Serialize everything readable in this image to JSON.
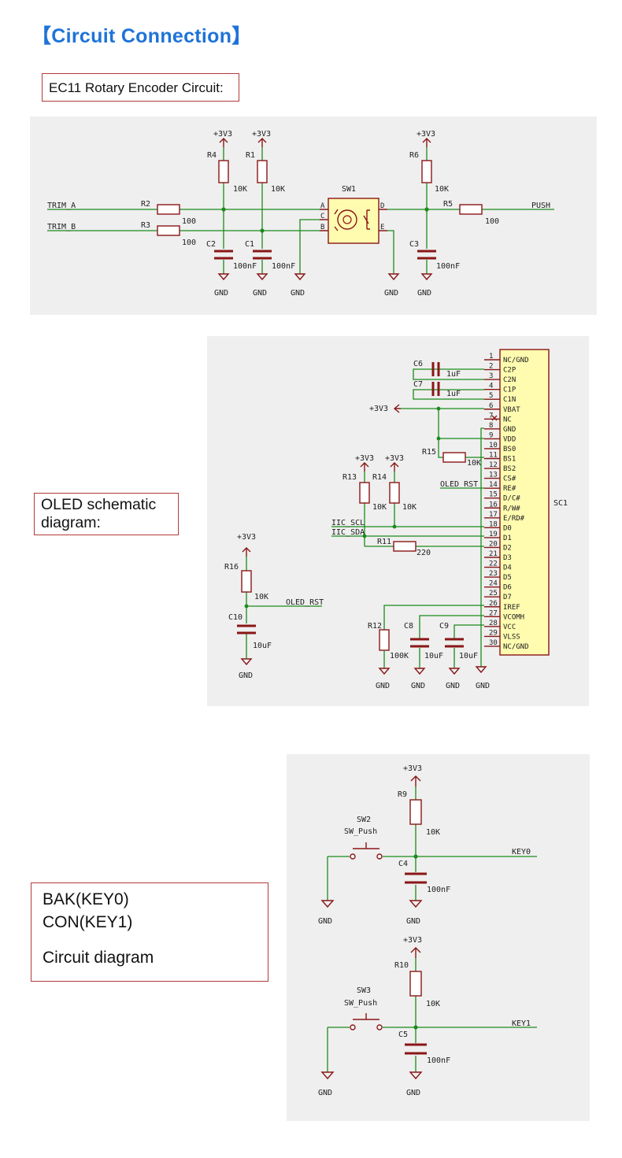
{
  "header": {
    "title": "【Circuit Connection】"
  },
  "captions": {
    "encoder": "EC11 Rotary Encoder Circuit:",
    "oled_line1": "OLED schematic",
    "oled_line2": "diagram:",
    "keys_line1": "BAK(KEY0)",
    "keys_line2": "CON(KEY1)",
    "keys_line3": "Circuit diagram"
  },
  "encoder_schematic": {
    "supply": "+3V3",
    "ground": "GND",
    "net_trim_a": "TRIM_A",
    "net_trim_b": "TRIM_B",
    "net_push": "PUSH",
    "r2": "R2",
    "r2_val": "100",
    "r3": "R3",
    "r3_val": "100",
    "r4": "R4",
    "r4_val": "10K",
    "r1": "R1",
    "r1_val": "10K",
    "r6": "R6",
    "r6_val": "10K",
    "r5": "R5",
    "r5_val": "100",
    "c2": "C2",
    "c2_val": "100nF",
    "c1": "C1",
    "c1_val": "100nF",
    "c3": "C3",
    "c3_val": "100nF",
    "sw": "SW1",
    "pin_a": "A",
    "pin_c": "C",
    "pin_b": "B",
    "pin_d": "D",
    "pin_e": "E"
  },
  "oled_schematic": {
    "supply": "+3V3",
    "ground": "GND",
    "connector": "SC1",
    "pins": [
      {
        "num": "1",
        "name": "NC/GND"
      },
      {
        "num": "2",
        "name": "C2P"
      },
      {
        "num": "3",
        "name": "C2N"
      },
      {
        "num": "4",
        "name": "C1P"
      },
      {
        "num": "5",
        "name": "C1N"
      },
      {
        "num": "6",
        "name": "VBAT"
      },
      {
        "num": "7",
        "name": "NC"
      },
      {
        "num": "8",
        "name": "GND"
      },
      {
        "num": "9",
        "name": "VDD"
      },
      {
        "num": "10",
        "name": "BS0"
      },
      {
        "num": "11",
        "name": "BS1"
      },
      {
        "num": "12",
        "name": "BS2"
      },
      {
        "num": "13",
        "name": "CS#"
      },
      {
        "num": "14",
        "name": "RE#"
      },
      {
        "num": "15",
        "name": "D/C#"
      },
      {
        "num": "16",
        "name": "R/W#"
      },
      {
        "num": "17",
        "name": "E/RD#"
      },
      {
        "num": "18",
        "name": "D0"
      },
      {
        "num": "19",
        "name": "D1"
      },
      {
        "num": "20",
        "name": "D2"
      },
      {
        "num": "21",
        "name": "D3"
      },
      {
        "num": "22",
        "name": "D4"
      },
      {
        "num": "23",
        "name": "D5"
      },
      {
        "num": "24",
        "name": "D6"
      },
      {
        "num": "25",
        "name": "D7"
      },
      {
        "num": "26",
        "name": "IREF"
      },
      {
        "num": "27",
        "name": "VCOMH"
      },
      {
        "num": "28",
        "name": "VCC"
      },
      {
        "num": "29",
        "name": "VLSS"
      },
      {
        "num": "30",
        "name": "NC/GND"
      }
    ],
    "c6": "C6",
    "c6_val": "1uF",
    "c7": "C7",
    "c7_val": "1uF",
    "r15": "R15",
    "r15_val": "10K",
    "r13": "R13",
    "r13_val": "10K",
    "r14": "R14",
    "r14_val": "10K",
    "r11": "R11",
    "r11_val": "220",
    "r12": "R12",
    "r12_val": "100K",
    "c8": "C8",
    "c8_val": "10uF",
    "c9": "C9",
    "c9_val": "10uF",
    "r16": "R16",
    "r16_val": "10K",
    "c10": "C10",
    "c10_val": "10uF",
    "net_rst": "OLED_RST",
    "net_scl": "IIC_SCL",
    "net_sda": "IIC_SDA"
  },
  "keys_schematic": {
    "supply": "+3V3",
    "ground": "GND",
    "sw2": "SW2",
    "sw2_type": "SW_Push",
    "sw3": "SW3",
    "sw3_type": "SW_Push",
    "r9": "R9",
    "r9_val": "10K",
    "r10": "R10",
    "r10_val": "10K",
    "c4": "C4",
    "c4_val": "100nF",
    "c5": "C5",
    "c5_val": "100nF",
    "net_key0": "KEY0",
    "net_key1": "KEY1"
  }
}
